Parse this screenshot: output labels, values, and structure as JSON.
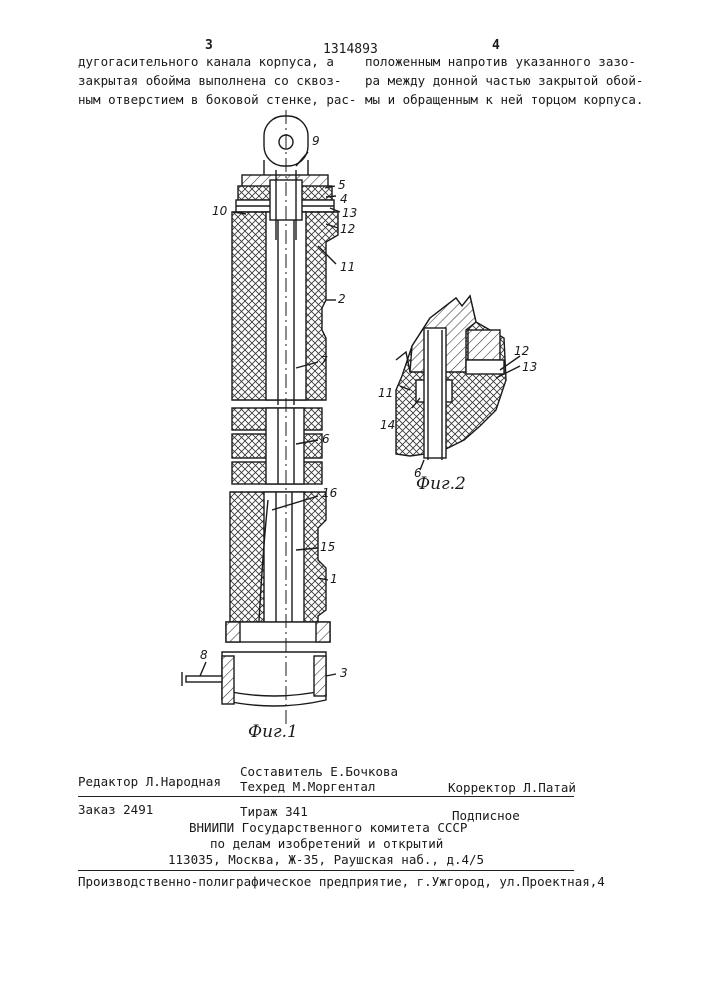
{
  "header": {
    "page_left": "3",
    "patent_no": "1314893",
    "page_right": "4",
    "col_left": [
      "дугогасительного канала корпуса, а",
      "закрытая обойма выполнена со сквоз-",
      "ным отверстием в боковой стенке, рас-"
    ],
    "col_right": [
      "положенным напротив указанного зазо-",
      "ра между донной частью закрытой обой-",
      "мы и обращенным к ней торцом корпуса."
    ]
  },
  "figure1": {
    "caption": "Фиг.1",
    "labels": {
      "l9": "9",
      "l5": "5",
      "l4": "4",
      "l10": "10",
      "l13": "13",
      "l12": "12",
      "l11": "11",
      "l2": "2",
      "l7": "7",
      "l6": "6",
      "l16": "16",
      "l15": "15",
      "l1": "1",
      "l8": "8",
      "l3": "3"
    }
  },
  "figure2": {
    "caption": "Фиг.2",
    "labels": {
      "l12": "12",
      "l13": "13",
      "l11": "11",
      "l14": "14",
      "l6": "6"
    }
  },
  "imprint": {
    "editor": "Редактор Л.Народная",
    "composer": "Составитель Е.Бочкова",
    "techred": "Техред М.Моргентал",
    "corrector": "Корректор Л.Патай",
    "order": "Заказ 2491",
    "circulation": "Тираж 341",
    "subscription": "Подписное",
    "org1": "ВНИИПИ Государственного комитета СССР",
    "org2": "по делам изобретений и открытий",
    "address": "113035, Москва, Ж-35, Раушская наб., д.4/5",
    "printer": "Производственно-полиграфическое предприятие, г.Ужгород, ул.Проектная,4"
  }
}
